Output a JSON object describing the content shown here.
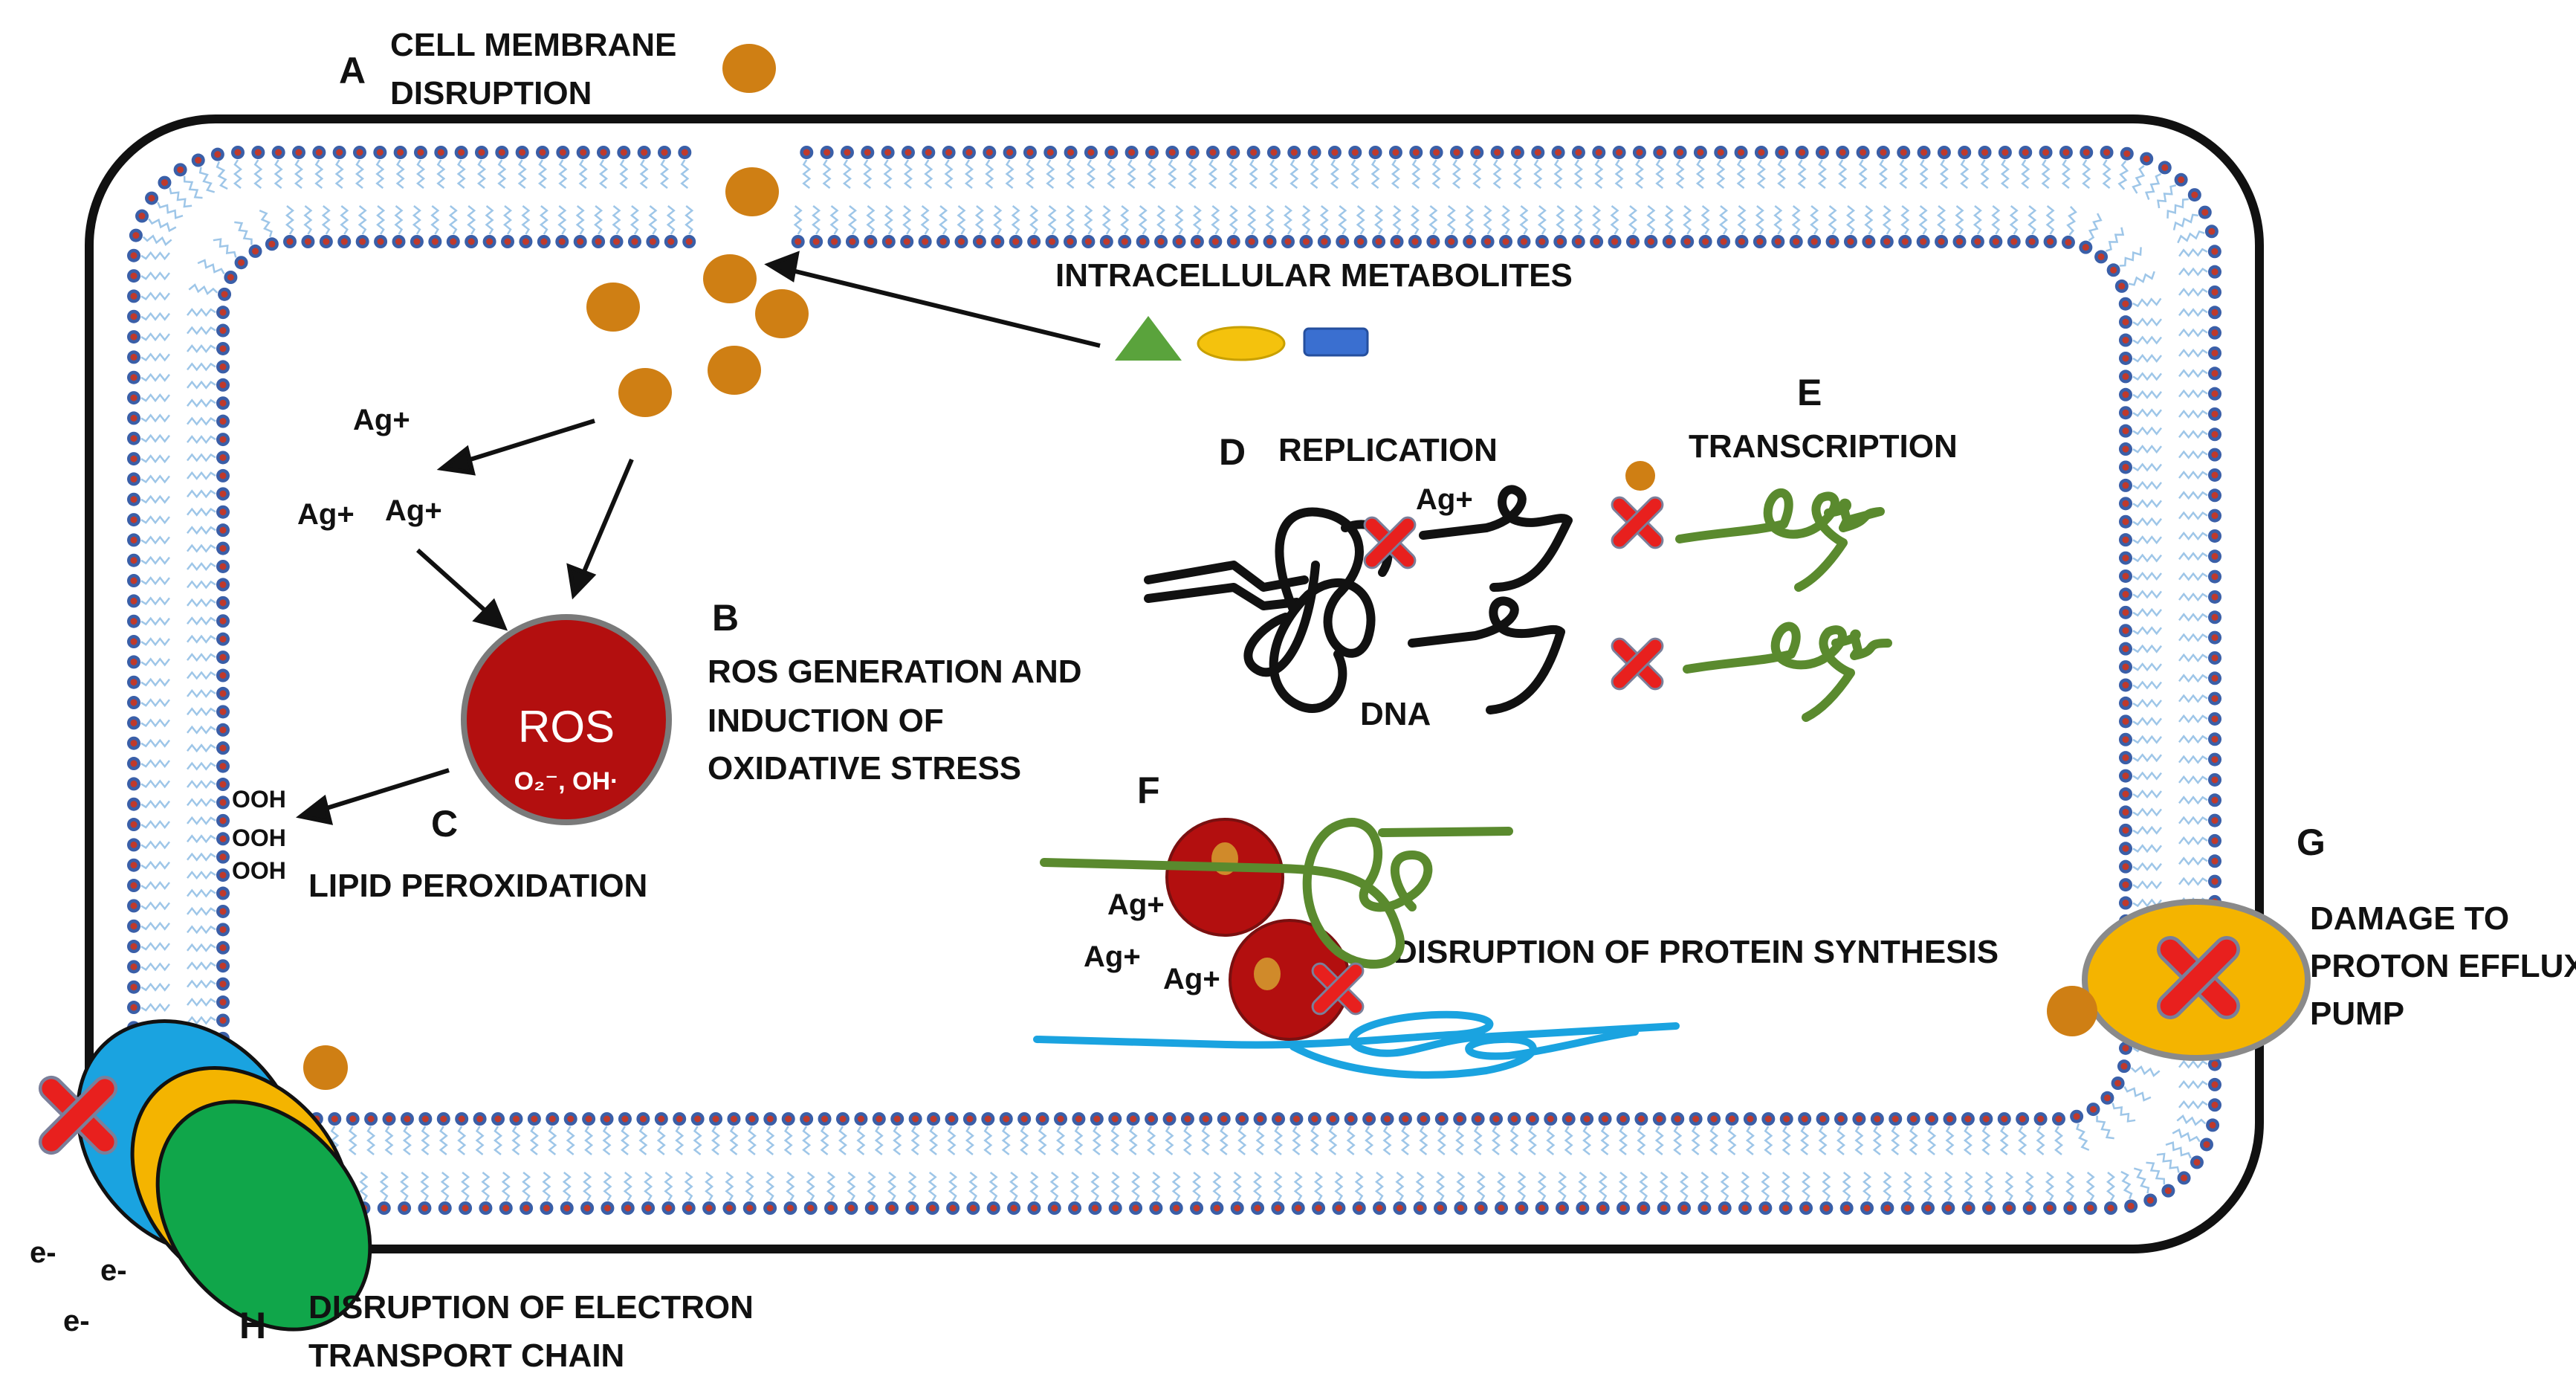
{
  "colors": {
    "membrane_head": "#3a5fa8",
    "membrane_head_core": "#c0392b",
    "membrane_tail": "#9ec6e8",
    "cell_border": "#111111",
    "nanoparticle": "#cf7f14",
    "ros_fill": "#b30f0f",
    "ros_stroke": "#7a7a7a",
    "dna": "#111111",
    "rna": "#5a8a2e",
    "mrna_blue": "#1aa3e0",
    "ribosome": "#b30f0f",
    "cross": "#e8201e",
    "pump": "#f4b400",
    "etc_blue": "#1aa3e0",
    "etc_yellow": "#f4b400",
    "etc_green": "#10a64a",
    "metabolite_triangle": "#5aa33c",
    "metabolite_ellipse": "#f4c20d",
    "metabolite_rect": "#3a6fd0"
  },
  "icons": [
    "x-cross-icon",
    "nanoparticle-icon",
    "ribosome-icon",
    "dna-strand-icon",
    "rna-strand-icon"
  ],
  "labels": {
    "A": {
      "letter": "A",
      "line1": "CELL MEMBRANE",
      "line2": "DISRUPTION"
    },
    "B": {
      "letter": "B",
      "line1": "ROS GENERATION AND",
      "line2": "INDUCTION OF",
      "line3": "OXIDATIVE STRESS"
    },
    "C": {
      "letter": "C",
      "line1": "LIPID PEROXIDATION"
    },
    "D": {
      "letter": "D",
      "line1": "REPLICATION"
    },
    "E": {
      "letter": "E",
      "line1": "TRANSCRIPTION"
    },
    "F": {
      "letter": "F",
      "line1": "DISRUPTION OF PROTEIN  SYNTHESIS"
    },
    "G": {
      "letter": "G",
      "line1": "DAMAGE TO",
      "line2": "PROTON EFFLUX",
      "line3": "PUMP"
    },
    "H": {
      "letter": "H",
      "line1": "DISRUPTION OF ELECTRON",
      "line2": "TRANSPORT CHAIN"
    }
  },
  "metabolites_label": "INTRACELLULAR METABOLITES",
  "dna_label": "DNA",
  "ros": {
    "title": "ROS",
    "species": "O₂⁻, OH·"
  },
  "ion": "Ag+",
  "ooh": "OOH",
  "electron": "e-"
}
